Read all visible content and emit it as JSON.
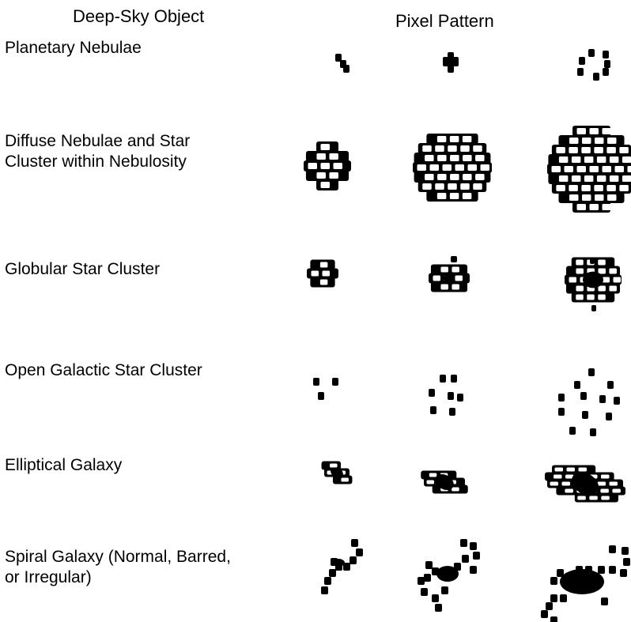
{
  "headers": {
    "object": "Deep-Sky Object",
    "pattern": "Pixel Pattern"
  },
  "rows": [
    {
      "label": "Planetary Nebulae",
      "patterns": [
        "small",
        "medium",
        "large"
      ]
    },
    {
      "label": "Diffuse Nebulae and Star\nCluster within Nebulosity",
      "patterns": [
        "small",
        "medium",
        "large"
      ]
    },
    {
      "label": "Globular Star Cluster",
      "patterns": [
        "small",
        "medium",
        "large"
      ]
    },
    {
      "label": "Open Galactic Star Cluster",
      "patterns": [
        "small",
        "medium",
        "large"
      ]
    },
    {
      "label": "Elliptical Galaxy",
      "patterns": [
        "small",
        "medium",
        "large"
      ]
    },
    {
      "label": "Spiral Galaxy (Normal, Barred,\nor Irregular)",
      "patterns": [
        "small",
        "medium",
        "large"
      ]
    }
  ]
}
